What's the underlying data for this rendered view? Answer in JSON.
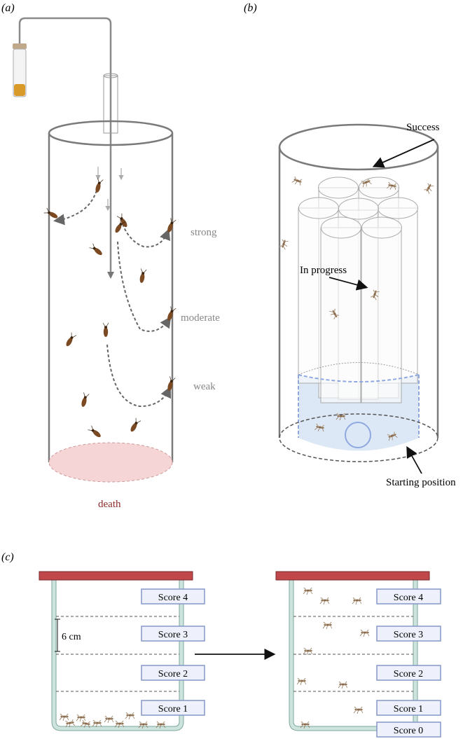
{
  "panels": {
    "a": {
      "label": "(a)",
      "responses": [
        "strong",
        "moderate",
        "weak"
      ],
      "death": "death"
    },
    "b": {
      "label": "(b)",
      "success": "Success",
      "in_progress": "In progress",
      "starting_position": "Starting position"
    },
    "c": {
      "label": "(c)",
      "distance": "6 cm",
      "before_scores": [
        "Score 4",
        "Score 3",
        "Score 2",
        "Score 1"
      ],
      "after_scores": [
        "Score 4",
        "Score 3",
        "Score 2",
        "Score 1",
        "Score 0"
      ]
    }
  },
  "colors": {
    "cylinder": "#7a7a7a",
    "dashed_arrow": "#666666",
    "death_floor": "#f6d5d6",
    "death_text": "#8b2a2a",
    "start_zone": "#dde8f7",
    "start_ring": "#8fa9e0",
    "tube": "#cde3dd",
    "lid": "#c0484b",
    "score_box": "#eef1fb",
    "score_border": "#8597c9",
    "insect": "#7b4a22"
  }
}
